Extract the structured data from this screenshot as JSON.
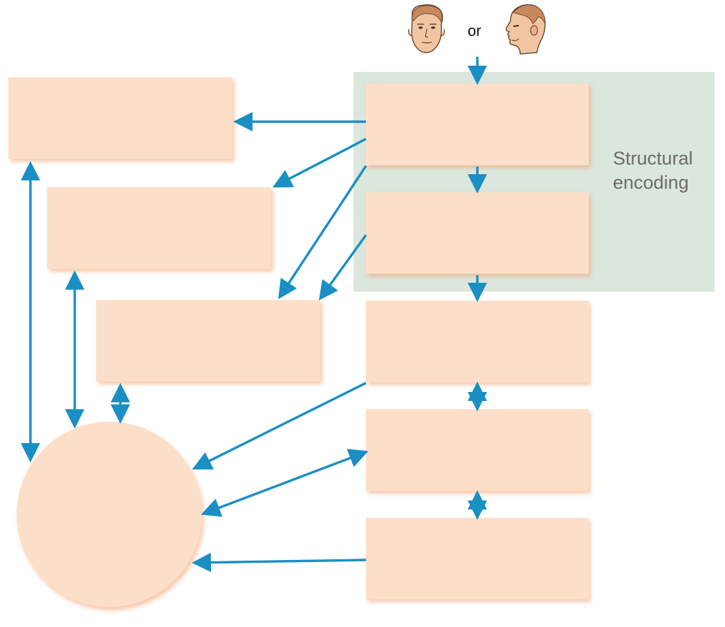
{
  "diagram": {
    "or_label": "or",
    "region_label_line1": "Structural",
    "region_label_line2": "encoding",
    "colors": {
      "box_fill": "#fcdfc8",
      "region_fill": "#dbe6dc",
      "arrow": "#1a8fc4"
    },
    "icons": [
      "face-front-icon",
      "face-profile-icon"
    ]
  }
}
